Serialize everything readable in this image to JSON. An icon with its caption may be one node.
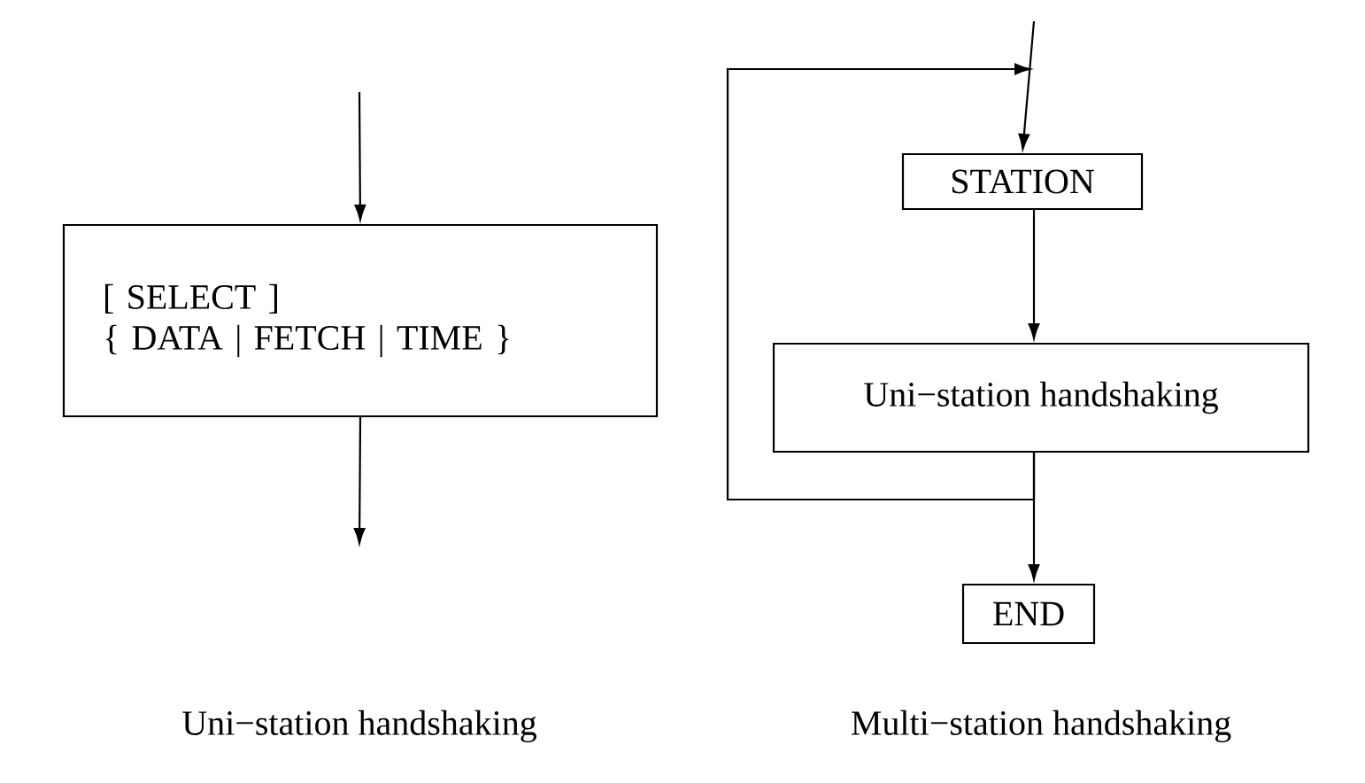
{
  "diagram": {
    "nodes": [
      {
        "text": [
          "[ SELECT ]",
          "{ DATA | FETCH | TIME }"
        ]
      },
      {
        "text": [
          "STATION"
        ]
      },
      {
        "text": [
          "Uni−station handshaking"
        ]
      },
      {
        "text": [
          "END"
        ]
      }
    ],
    "edges": [
      {
        "from": null,
        "to": 0,
        "arrow": "to"
      },
      {
        "from": 0,
        "to": null,
        "arrow": "to"
      },
      {
        "from": null,
        "to": 1,
        "arrow": "to"
      },
      {
        "from": 1,
        "to": 2,
        "arrow": "to"
      },
      {
        "from": 2,
        "to": 3,
        "arrow": "to"
      },
      {
        "from": 2,
        "to": 1,
        "arrow": "to"
      }
    ],
    "labels": [
      "Uni−station handshaking",
      "Multi−station handshaking"
    ]
  }
}
